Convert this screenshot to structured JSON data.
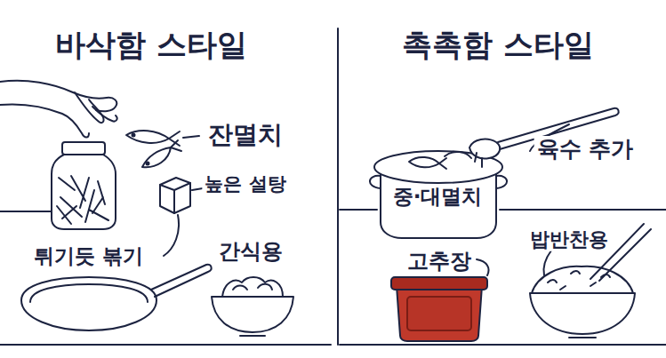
{
  "diagram": {
    "labels": [
      "바삭함 스타일",
      "촉촉함 스타일",
      "잔멸치",
      "높은 설탕",
      "튀기듯 볶기",
      "간식용",
      "육수 추가",
      "중·대멸치",
      "고추장",
      "밥반찬용"
    ]
  }
}
